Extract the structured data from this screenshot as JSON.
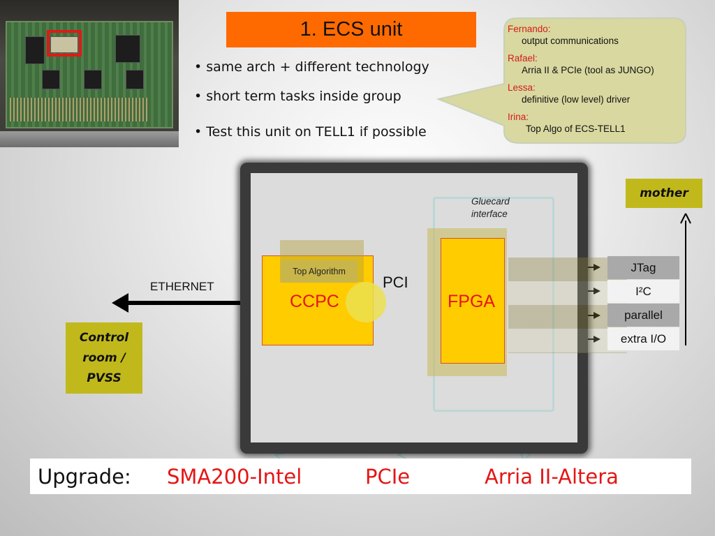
{
  "title": "1. ECS unit",
  "bullets": [
    "• same arch  +  different technology",
    "• short term tasks inside group",
    "• Test this unit on TELL1 if possible"
  ],
  "team": [
    {
      "name": "Fernando:",
      "task": "output communications"
    },
    {
      "name": "Rafael:",
      "task": "Arria II & PCIe (tool as JUNGO)"
    },
    {
      "name": "Lessa:",
      "task": "definitive (low level) driver"
    },
    {
      "name": "Irina:",
      "task": "Top Algo of ECS-TELL1"
    }
  ],
  "diagram": {
    "gluecard_label": [
      "Gluecard",
      "interface"
    ],
    "top_algorithm": "Top Algorithm",
    "ccpc": "CCPC",
    "fpga": "FPGA",
    "pci": "PCI",
    "ethernet": "ETHERNET",
    "interfaces": [
      "JTag",
      "I²C",
      "parallel",
      "extra I/O"
    ],
    "mother": "mother",
    "control_room": [
      "Control",
      "room /",
      "PVSS"
    ]
  },
  "upgrade": {
    "label": "Upgrade:",
    "ccpc": "SMA200-Intel",
    "pci": "PCIe",
    "fpga": "Arria II-Altera"
  },
  "colors": {
    "title_bg": "#ff6a00",
    "box_yellow": "#ffcc00",
    "label_red": "#e51515",
    "olive": "#c1b91c",
    "callout_bg": "#d9d8a0"
  }
}
